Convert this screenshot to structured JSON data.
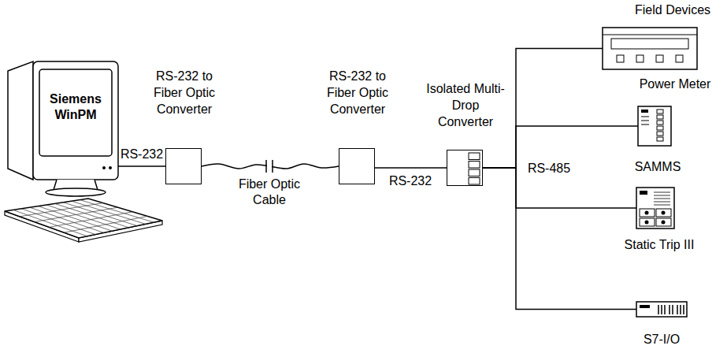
{
  "diagram": {
    "nodes": [
      {
        "text": [
          "Siemens WinPM"
        ]
      },
      {
        "text": [
          "RS-232 to Fiber Optic Converter"
        ]
      },
      {
        "text": [
          "RS-232 to Fiber Optic Converter"
        ]
      },
      {
        "text": [
          "Isolated Multi-Drop Converter"
        ]
      },
      {
        "text": [
          "Power Meter"
        ]
      },
      {
        "text": [
          "SAMMS"
        ]
      },
      {
        "text": [
          "Static Trip III"
        ]
      },
      {
        "text": [
          "S7-I/O"
        ]
      }
    ],
    "edges": [
      {
        "from": 0,
        "to": 1,
        "label": "RS-232",
        "arrow": "none"
      },
      {
        "from": 1,
        "to": 2,
        "label": "Fiber Optic Cable",
        "arrow": "none"
      },
      {
        "from": 2,
        "to": 3,
        "label": "RS-232",
        "arrow": "none"
      },
      {
        "from": 3,
        "to": 4,
        "label": "RS-485",
        "arrow": "none"
      },
      {
        "from": 3,
        "to": 5,
        "arrow": "none"
      },
      {
        "from": 3,
        "to": 6,
        "arrow": "none"
      },
      {
        "from": 3,
        "to": 7,
        "arrow": "none"
      }
    ],
    "labels": [
      "Field Devices"
    ]
  }
}
